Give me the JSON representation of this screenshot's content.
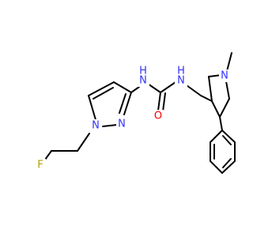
{
  "colors": {
    "bond": "#000000",
    "nitrogen": "#3333ff",
    "oxygen": "#ff0000",
    "fluorine": "#b3a000",
    "background": "#ffffff"
  },
  "atoms": {
    "n_pyrazole_1": "N",
    "n_pyrazole_2": "N",
    "nh_left": "N",
    "h_left": "H",
    "nh_right": "N",
    "h_right": "H",
    "n_pyrrolidine": "N",
    "o_carbonyl": "O",
    "f_fluoro": "F"
  }
}
